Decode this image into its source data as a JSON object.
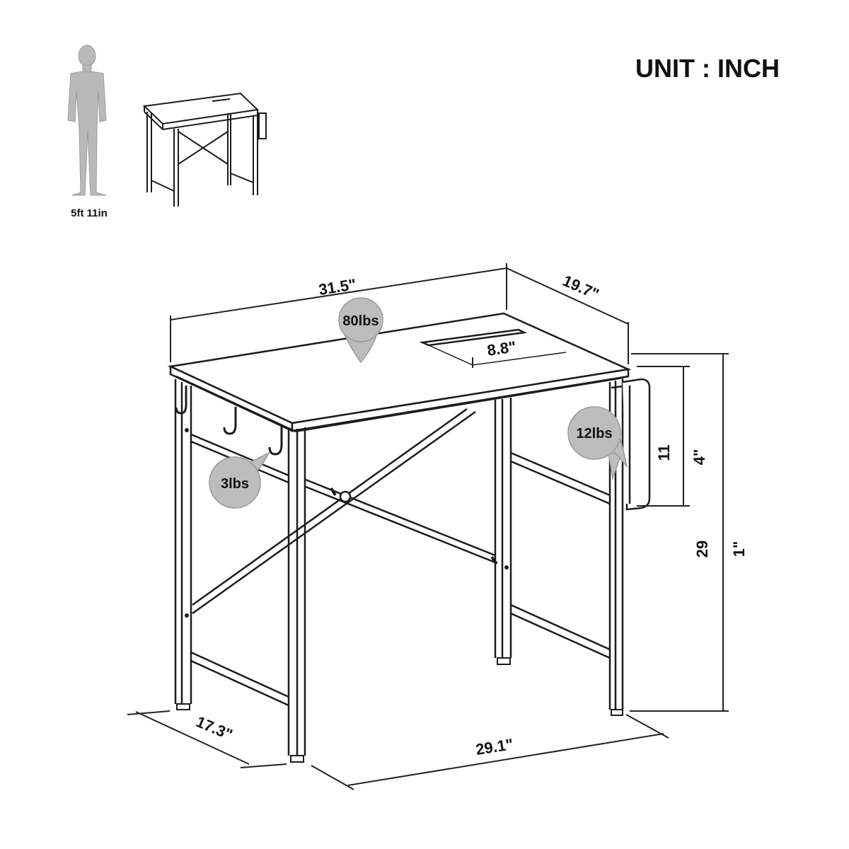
{
  "unit_label": "UNIT : INCH",
  "person_height": "5ft 11in",
  "dimensions": {
    "top_width": "31.5\"",
    "top_depth": "19.7\"",
    "grommet_width": "8.8\"",
    "bag_height_a": "11",
    "bag_height_b": "4\"",
    "total_height_a": "29",
    "total_height_b": "1\"",
    "leg_depth": "17.3\"",
    "leg_width": "29.1\""
  },
  "load_capacity": {
    "top": "80lbs",
    "hooks": "3lbs",
    "side_bag": "12lbs"
  },
  "colors": {
    "line": "#1c1c1c",
    "bubble": "#bdbdbd",
    "person": "#b9b9b9"
  }
}
